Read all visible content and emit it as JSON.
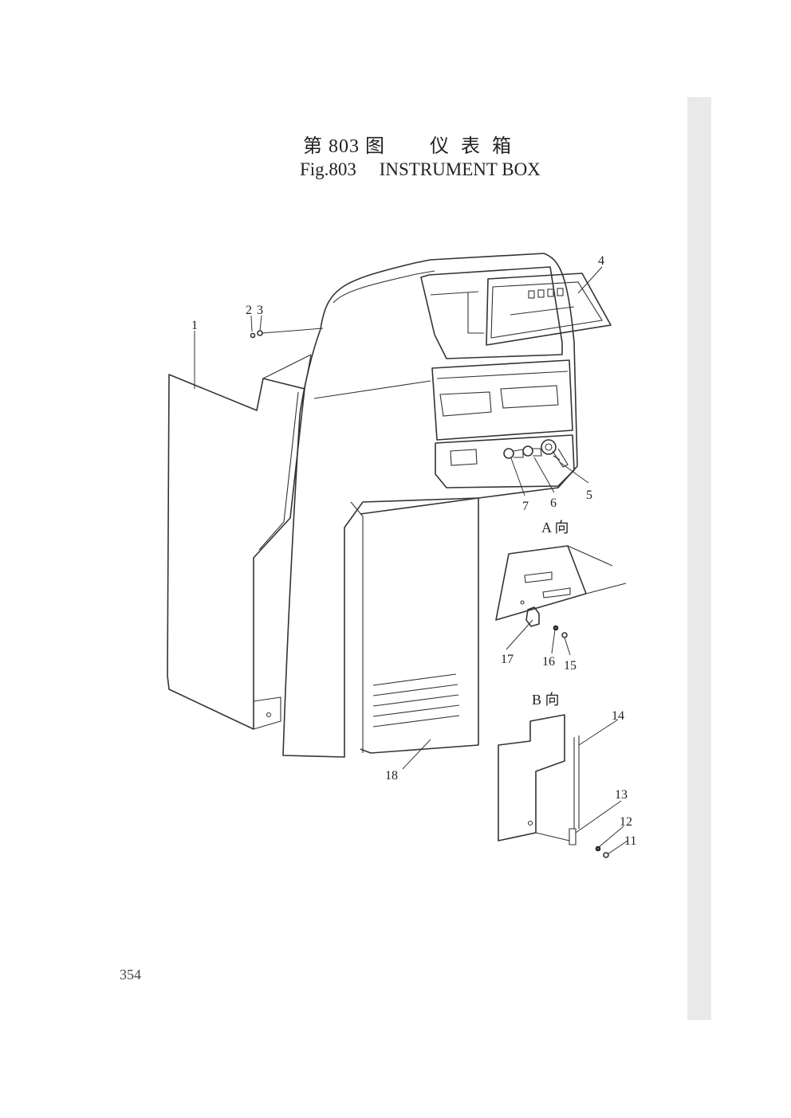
{
  "figure": {
    "title_cn": "第 803 图        仪  表  箱",
    "title_en": "Fig.803     INSTRUMENT BOX"
  },
  "views": {
    "view_a": "A 向",
    "view_b": "B 向"
  },
  "callouts": [
    "1",
    "2",
    "3",
    "4",
    "5",
    "6",
    "7",
    "11",
    "12",
    "13",
    "14",
    "15",
    "16",
    "17",
    "18"
  ],
  "page_number": "354"
}
